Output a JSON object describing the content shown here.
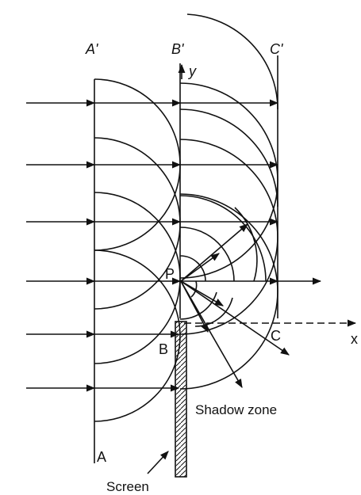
{
  "labels": {
    "a_prime": "A'",
    "b_prime": "B'",
    "c_prime": "C'",
    "y_axis": "y",
    "x_axis": "x",
    "point_p": "P",
    "point_b": "B",
    "point_c": "C",
    "point_a": "A",
    "shadow_zone": "Shadow zone",
    "screen": "Screen"
  },
  "colors": {
    "ink": "#111111",
    "background": "#ffffff"
  }
}
